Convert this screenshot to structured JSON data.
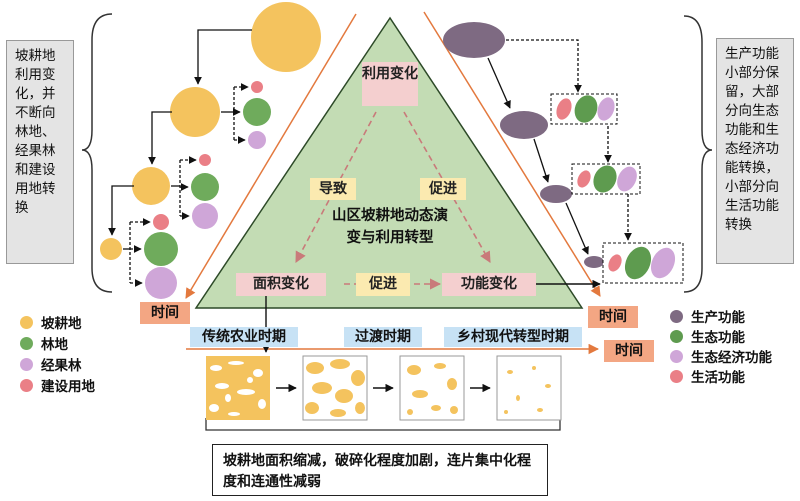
{
  "left_note": "坡耕地利用变化，并不断向林地、经果林和建设用地转换",
  "right_note": "生产功能小部分保留，大部分向生态功能和生态经济功能转换，小部分向生活功能转换",
  "triangle": {
    "top": "利用变化",
    "left_cause": "导致",
    "right_cause": "促进",
    "center": "山区坡耕地动态演变与利用转型",
    "bottom_left": "面积变化",
    "bottom_mid": "促进",
    "bottom_right": "功能变化"
  },
  "time_label": "时间",
  "periods": [
    "传统农业时期",
    "过渡时期",
    "乡村现代转型时期"
  ],
  "legend_left": [
    {
      "label": "坡耕地",
      "color": "#f4c35e"
    },
    {
      "label": "林地",
      "color": "#6fab5c"
    },
    {
      "label": "经果林",
      "color": "#cfa6d8"
    },
    {
      "label": "建设用地",
      "color": "#ea7f86"
    }
  ],
  "legend_right": [
    {
      "label": "生产功能",
      "color": "#7e6a82"
    },
    {
      "label": "生态功能",
      "color": "#5e9b4f"
    },
    {
      "label": "生态经济功能",
      "color": "#cfa6d8"
    },
    {
      "label": "生活功能",
      "color": "#ea7f86"
    }
  ],
  "summary": "坡耕地面积缩减，破碎化程度加剧，连片集中化程度和连通性减弱",
  "colors": {
    "triangle_fill": "#c3dcb4",
    "triangle_stroke": "#2d4a28",
    "orange_line": "#e3793e",
    "dashed": "#c97a7a"
  }
}
